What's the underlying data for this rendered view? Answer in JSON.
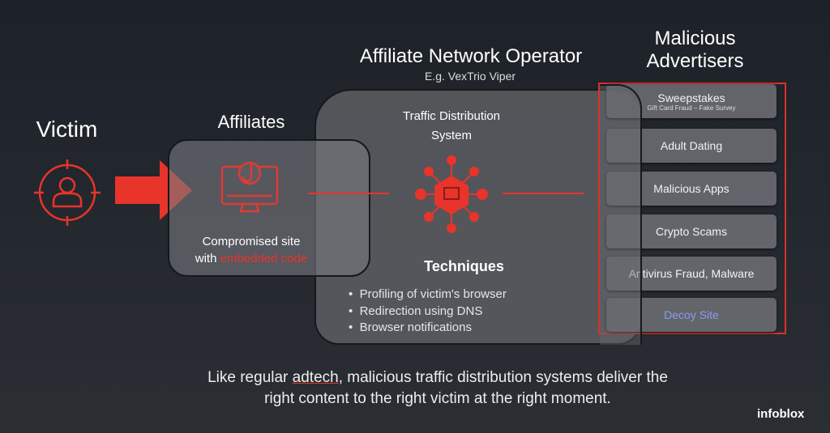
{
  "victim": {
    "title": "Victim"
  },
  "affiliates": {
    "title": "Affiliates",
    "site_label_1": "Compromised site",
    "site_label_2": "with",
    "site_label_red": "embedded code"
  },
  "operator": {
    "title": "Affiliate Network Operator",
    "subtitle": "E.g. VexTrio Viper",
    "tds_1": "Traffic Distribution",
    "tds_2": "System",
    "techniques_title": "Techniques",
    "techniques": [
      "Profiling of  victim's browser",
      "Redirection using DNS",
      "Browser notifications"
    ]
  },
  "advertisers": {
    "title_1": "Malicious",
    "title_2": "Advertisers",
    "items": [
      {
        "label": "Sweepstakes",
        "sub": "Gift Card Fraud – Fake Survey"
      },
      {
        "label": "Adult Dating"
      },
      {
        "label": "Malicious Apps"
      },
      {
        "label": "Crypto Scams"
      },
      {
        "label": "Antivirus Fraud, Malware"
      },
      {
        "label": "Decoy Site"
      }
    ]
  },
  "caption": {
    "line1_pre": "Like regular ",
    "line1_link": "adtech",
    "line1_post": ", malicious traffic distribution systems deliver the",
    "line2": "right content to the right victim at the right moment."
  },
  "logo": "infoblox",
  "colors": {
    "accent": "#e8342a",
    "decoy": "#8a9cf0"
  }
}
